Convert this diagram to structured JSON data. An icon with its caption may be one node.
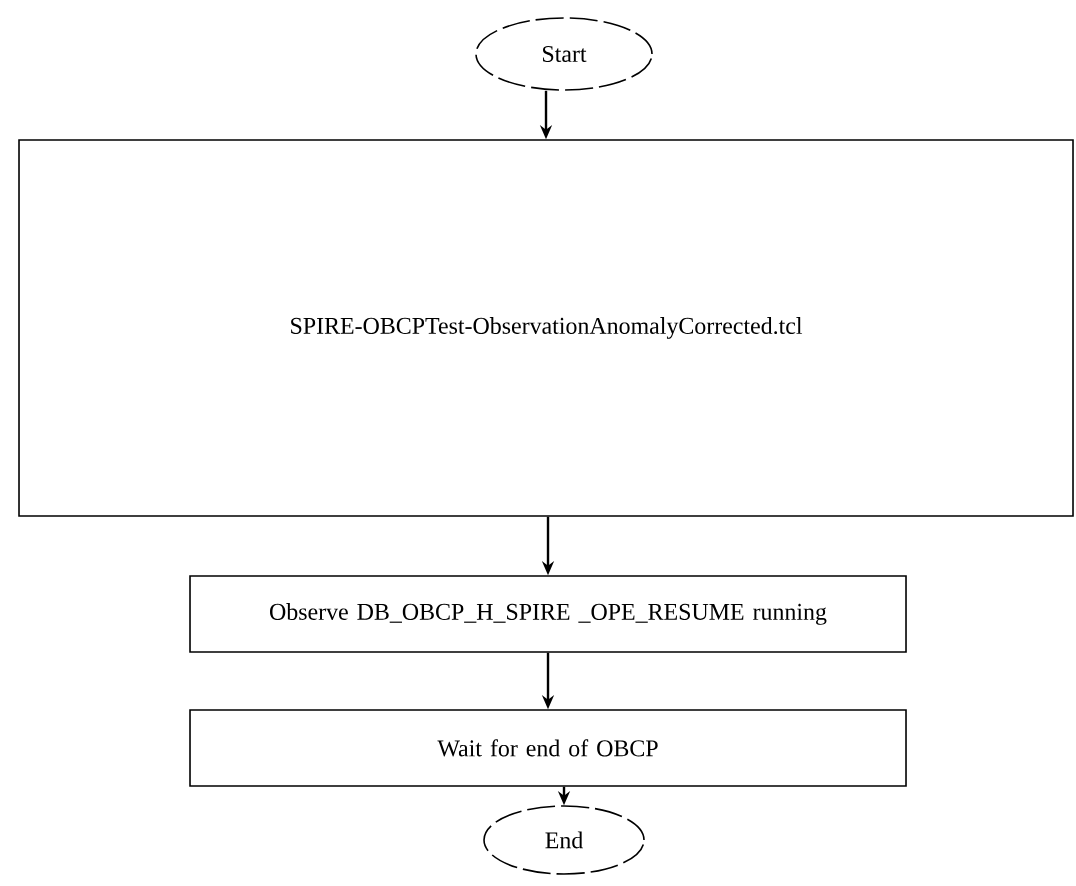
{
  "diagram": {
    "nodes": [
      {
        "text": [
          "Start"
        ]
      },
      {
        "text": [
          "SPIRE-OBCPTest-ObservationAnomalyCorrected.tcl"
        ]
      },
      {
        "text": [
          "Observe DB_OBCP_H_SPIRE _OPE_RESUME running"
        ]
      },
      {
        "text": [
          "Wait for end of OBCP"
        ]
      },
      {
        "text": [
          "End"
        ]
      }
    ],
    "edges": [
      {
        "from": 0,
        "to": 1,
        "arrow": "to"
      },
      {
        "from": 1,
        "to": 2,
        "arrow": "to"
      },
      {
        "from": 2,
        "to": 3,
        "arrow": "to"
      },
      {
        "from": 3,
        "to": 4,
        "arrow": "to"
      }
    ]
  }
}
